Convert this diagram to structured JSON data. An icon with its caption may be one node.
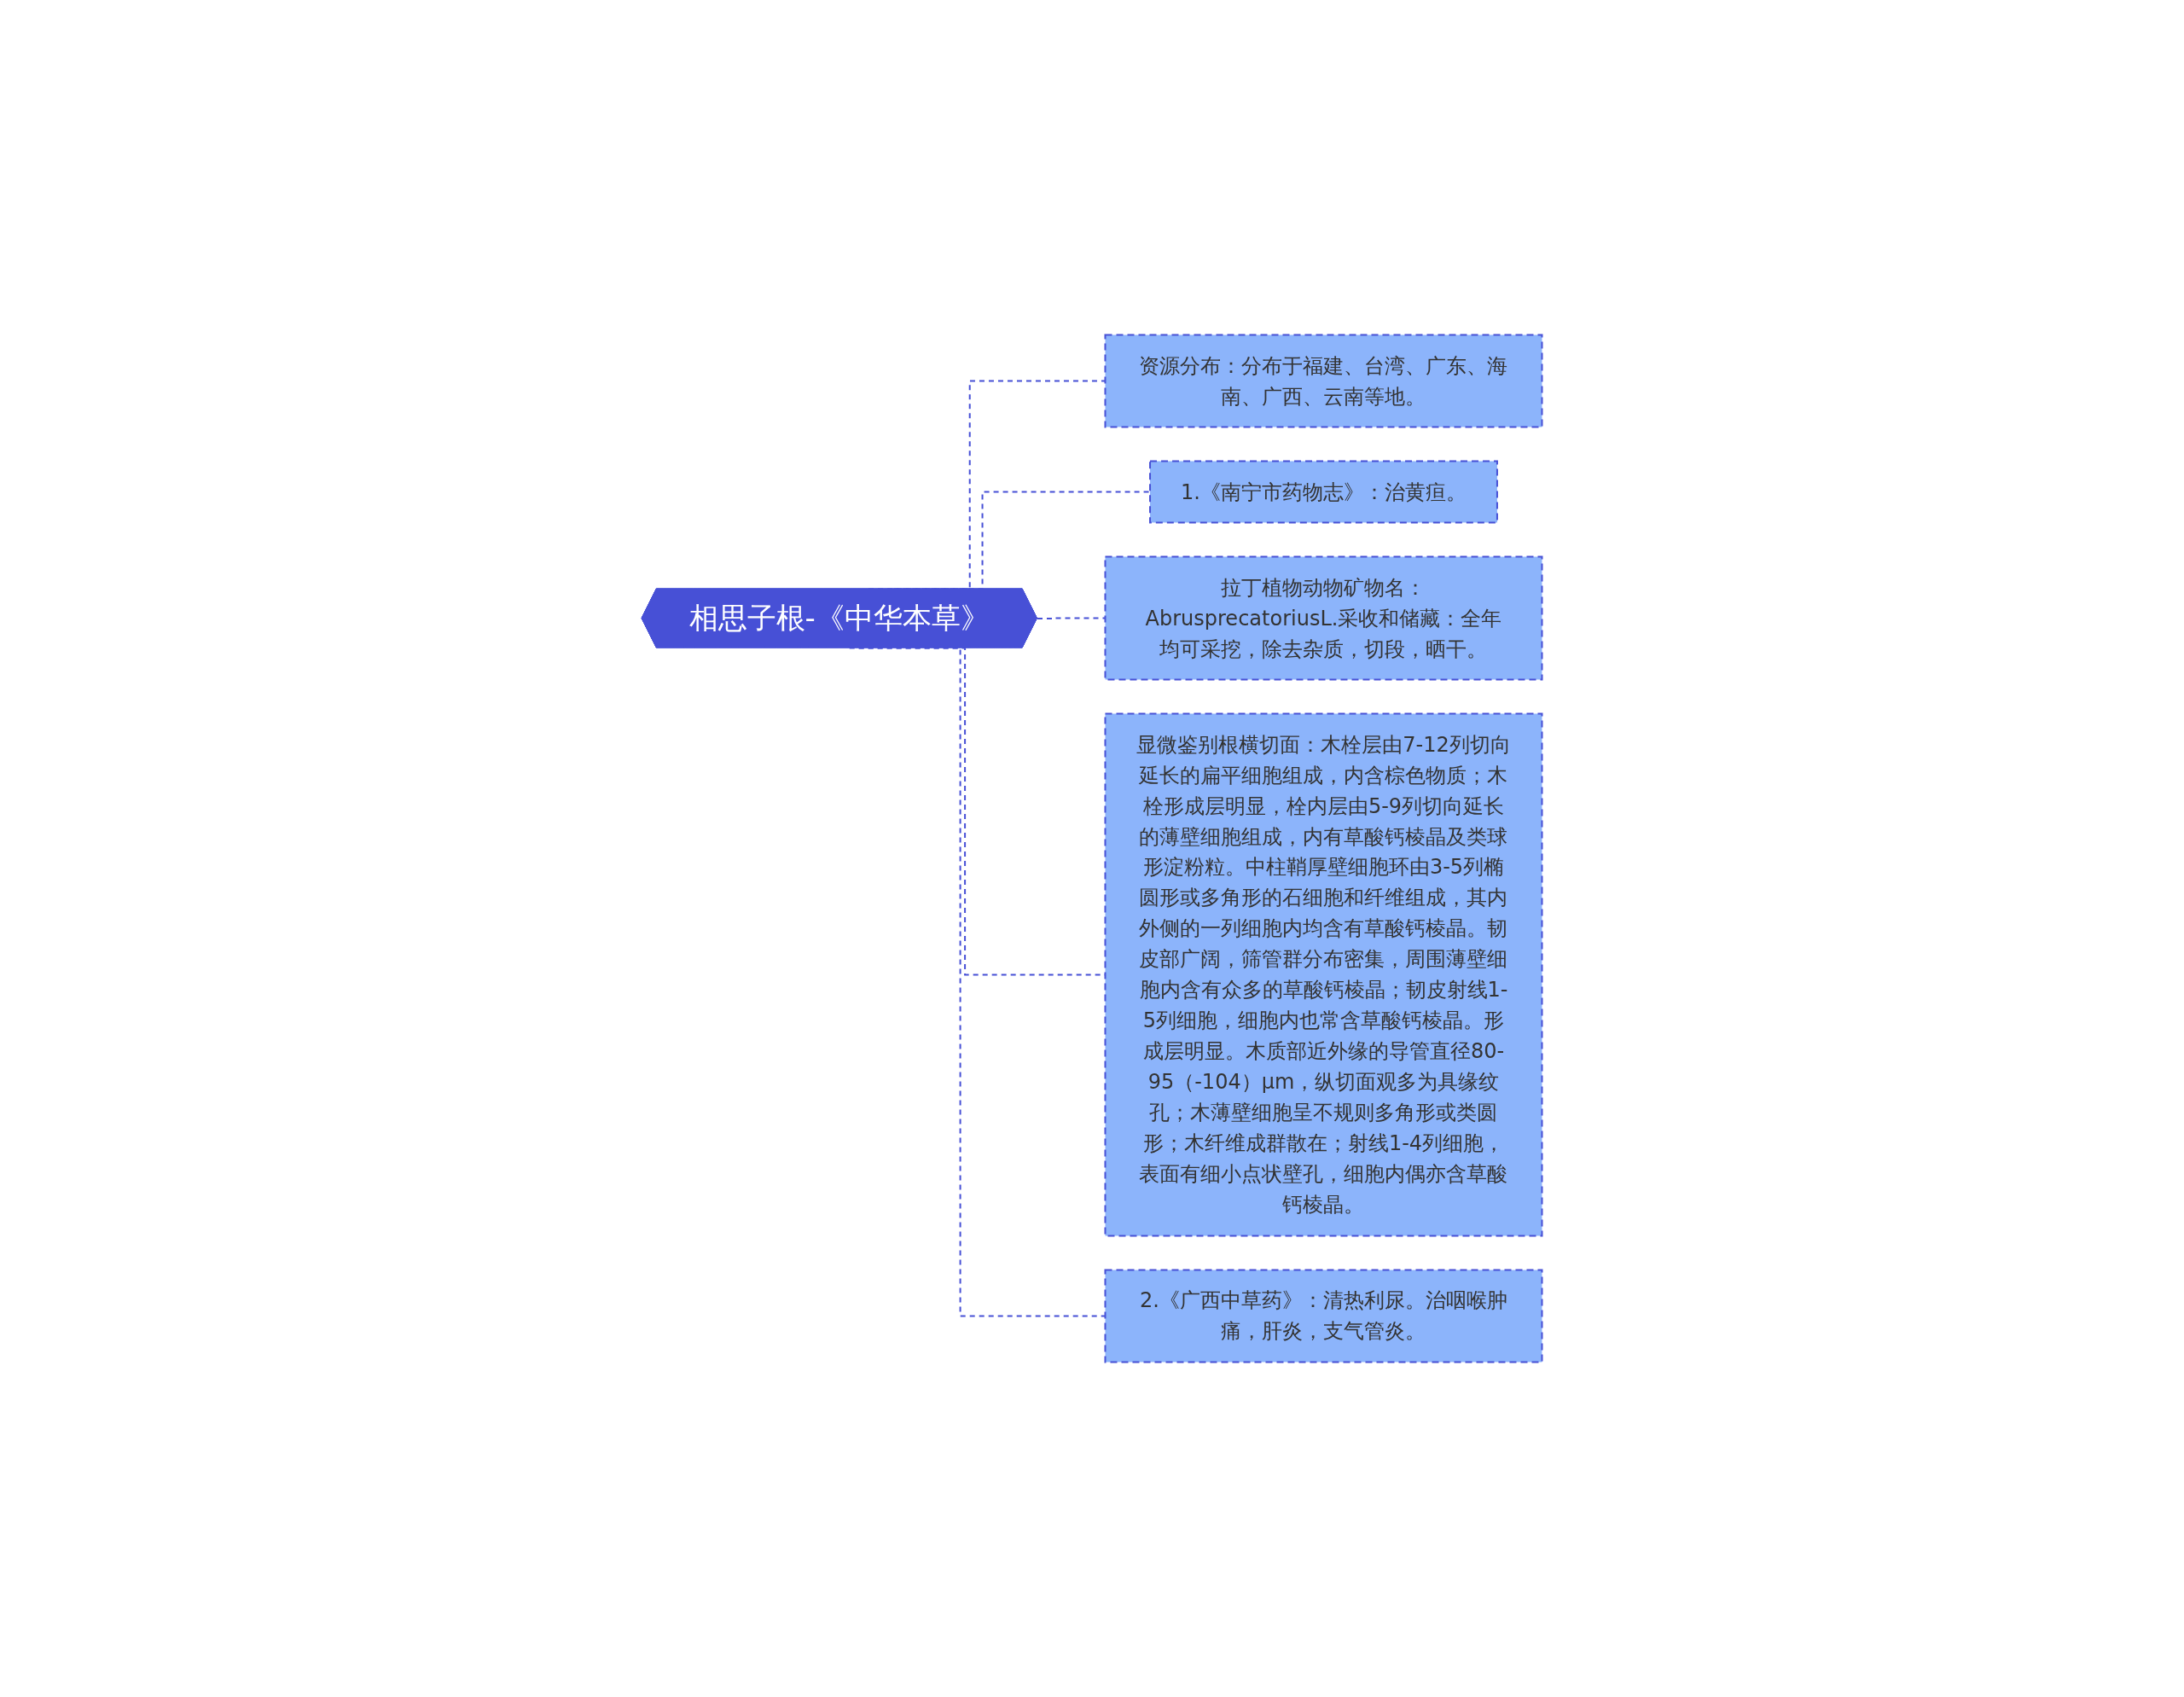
{
  "diagram": {
    "nodes": [
      {
        "text": [
          "相思子根-《中华本草》"
        ]
      },
      {
        "text": [
          "资源分布：分布于福建、台湾、广东、海南、广西、云南等地。"
        ]
      },
      {
        "text": [
          "1.《南宁市药物志》：治黄疸。"
        ]
      },
      {
        "text": [
          "拉丁植物动物矿物名：AbrusprecatoriusL.采收和储藏：全年均可采挖，除去杂质，切段，晒干。"
        ]
      },
      {
        "text": [
          "显微鉴别根横切面：木栓层由7-12列切向延长的扁平细胞组成，内含棕色物质；木栓形成层明显，栓内层由5-9列切向延长的薄壁细胞组成，内有草酸钙棱晶及类球形淀粉粒。中柱鞘厚壁细胞环由3-5列椭圆形或多角形的石细胞和纤维组成，其内外侧的一列细胞内均含有草酸钙棱晶。韧皮部广阔，筛管群分布密集，周围薄壁细胞内含有众多的草酸钙棱晶；韧皮射线1-5列细胞，细胞内也常含草酸钙棱晶。形成层明显。木质部近外缘的导管直径80-95（-104）μm，纵切面观多为具缘纹孔；木薄壁细胞呈不规则多角形或类圆形；木纤维成群散在；射线1-4列细胞，表面有细小点状壁孔，细胞内偶亦含草酸钙棱晶。"
        ]
      },
      {
        "text": [
          "2.《广西中草药》：清热利尿。治咽喉肿痛，肝炎，支气管炎。"
        ]
      }
    ],
    "edges": [
      {
        "from": 0,
        "to": 1,
        "arrow": "none",
        "style": "dashed"
      },
      {
        "from": 0,
        "to": 2,
        "arrow": "none",
        "style": "dashed"
      },
      {
        "from": 0,
        "to": 3,
        "arrow": "none",
        "style": "dashed"
      },
      {
        "from": 0,
        "to": 4,
        "arrow": "none",
        "style": "dashed"
      },
      {
        "from": 0,
        "to": 5,
        "arrow": "none",
        "style": "dashed"
      }
    ]
  }
}
